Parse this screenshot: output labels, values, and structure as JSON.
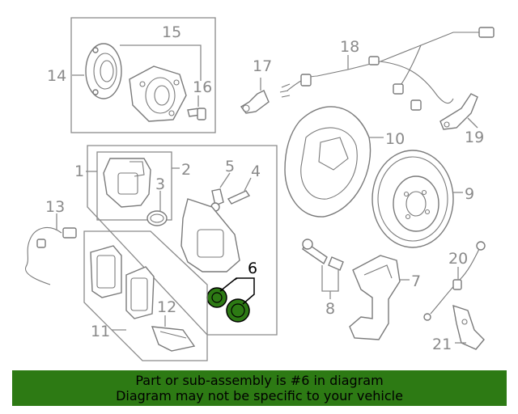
{
  "callouts": {
    "c1": "1",
    "c2": "2",
    "c3": "3",
    "c4": "4",
    "c5": "5",
    "c6": "6",
    "c7": "7",
    "c8": "8",
    "c9": "9",
    "c10": "10",
    "c11": "11",
    "c12": "12",
    "c13": "13",
    "c14": "14",
    "c15": "15",
    "c16": "16",
    "c17": "17",
    "c18": "18",
    "c19": "19",
    "c20": "20",
    "c21": "21"
  },
  "highlight": {
    "part_number": "6",
    "color": "#2d7a14"
  },
  "banner": {
    "line1": "Part or sub-assembly is #6 in diagram",
    "line2": "Diagram may not be specific to your vehicle"
  }
}
